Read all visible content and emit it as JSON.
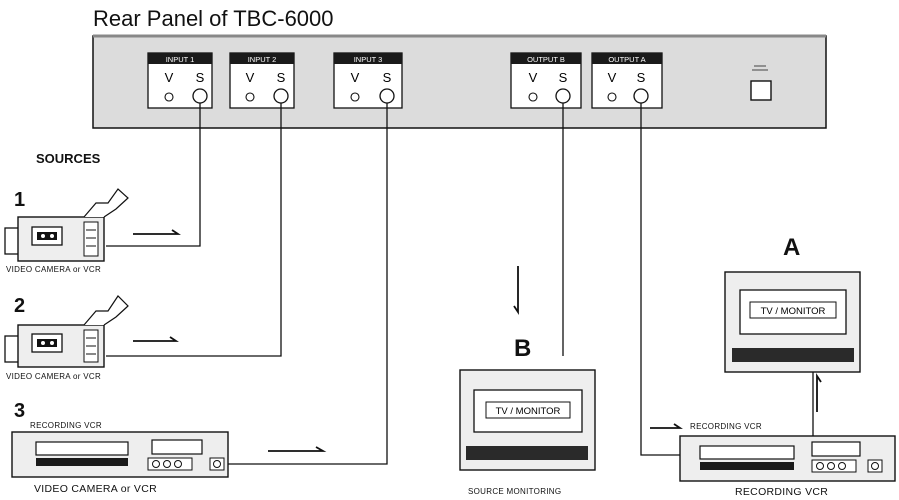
{
  "title": "Rear Panel of TBC-6000",
  "panel": {
    "inputs": [
      {
        "label": "INPUT 1",
        "v": "V",
        "s": "S"
      },
      {
        "label": "INPUT 2",
        "v": "V",
        "s": "S"
      },
      {
        "label": "INPUT 3",
        "v": "V",
        "s": "S"
      }
    ],
    "outputs": [
      {
        "label": "OUTPUT B",
        "v": "V",
        "s": "S"
      },
      {
        "label": "OUTPUT A",
        "v": "V",
        "s": "S"
      }
    ]
  },
  "sources_heading": "SOURCES",
  "source1": {
    "number": "1",
    "caption": "VIDEO CAMERA or VCR"
  },
  "source2": {
    "number": "2",
    "caption": "VIDEO CAMERA or VCR"
  },
  "source3": {
    "number": "3",
    "device_label": "RECORDING VCR",
    "caption": "VIDEO CAMERA or VCR"
  },
  "monitor_b": {
    "letter": "B",
    "screen_label": "TV / MONITOR",
    "caption": "SOURCE MONITORING"
  },
  "monitor_a": {
    "letter": "A",
    "screen_label": "TV / MONITOR"
  },
  "recording_vcr": {
    "device_label": "RECORDING VCR",
    "caption": "RECORDING VCR"
  },
  "colors": {
    "ink": "#111111",
    "panel": "#dcdcdc",
    "screen_bar": "#2a2a2a",
    "device": "#eeeeee"
  }
}
